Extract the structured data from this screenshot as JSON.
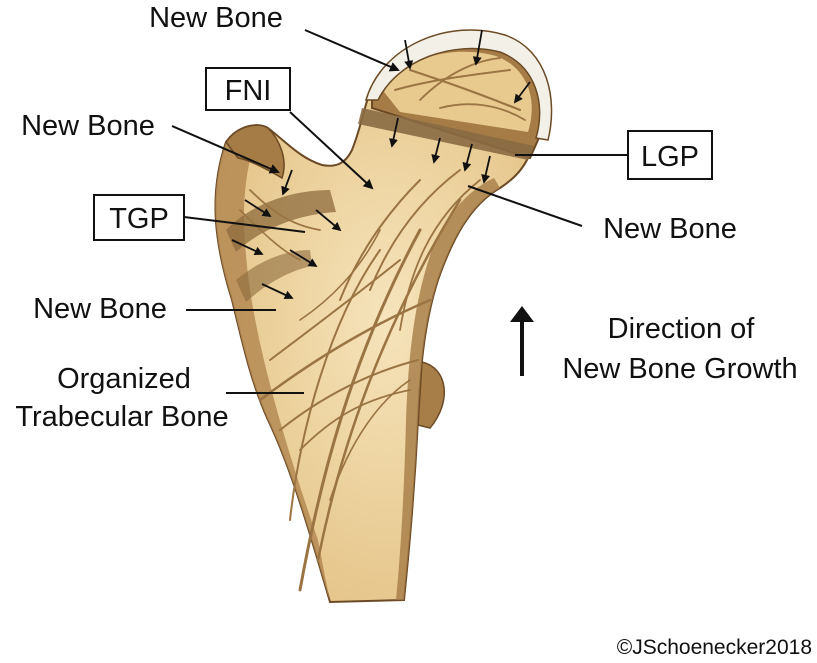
{
  "labels": {
    "new_bone_top": "New Bone",
    "fni": "FNI",
    "new_bone_left_upper": "New Bone",
    "lgp": "LGP",
    "tgp": "TGP",
    "new_bone_right": "New Bone",
    "new_bone_left_lower": "New Bone",
    "organized_line1": "Organized",
    "organized_line2": "Trabecular Bone",
    "direction_line1": "Direction of",
    "direction_line2": "New Bone Growth",
    "copyright": "©JSchoenecker2018"
  },
  "colors": {
    "bone_fill": "#ecd097",
    "bone_light": "#f4dfb2",
    "bone_dark": "#a57c46",
    "bone_outline": "#6b4a25",
    "trabecula": "#9b7443",
    "cartilage": "#f3f0e8",
    "ink": "#111111"
  }
}
